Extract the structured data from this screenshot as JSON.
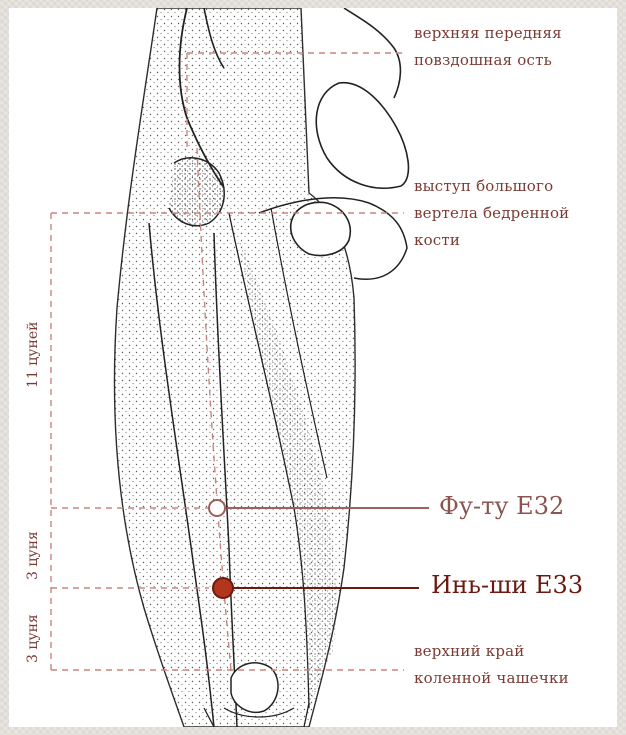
{
  "labels": {
    "asis_line1": "верхняя передняя",
    "asis_line2": "повздошная ость",
    "trochanter_line1": "выступ большого",
    "trochanter_line2": "вертела бедренной",
    "trochanter_line3": "кости",
    "patella_line1": "верхний край",
    "patella_line2": "коленной чашечки"
  },
  "points": [
    {
      "label": "Фу-ту E32",
      "fill": "#ffffff",
      "stroke": "#a0605a"
    },
    {
      "label": "Инь-ши E33",
      "fill": "#b2361b",
      "stroke": "#6b1a12"
    }
  ],
  "measures": {
    "upper": "11 цуней",
    "middle": "3 цуня",
    "lower": "3 цуня"
  },
  "colors": {
    "guide_line": "#c9857d",
    "leader_line": "#a0605a",
    "bone_outline": "#222222"
  }
}
